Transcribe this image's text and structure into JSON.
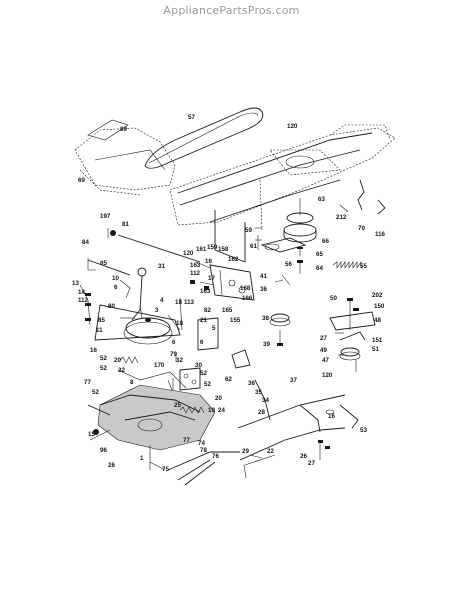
{
  "header": {
    "site": "AppliancePartsPros.com"
  },
  "parts": [
    {
      "n": "1"
    },
    {
      "n": "3"
    },
    {
      "n": "4"
    },
    {
      "n": "5"
    },
    {
      "n": "6"
    },
    {
      "n": "8"
    },
    {
      "n": "10"
    },
    {
      "n": "11"
    },
    {
      "n": "13"
    },
    {
      "n": "14"
    },
    {
      "n": "15"
    },
    {
      "n": "16"
    },
    {
      "n": "17"
    },
    {
      "n": "18"
    },
    {
      "n": "19"
    },
    {
      "n": "20"
    },
    {
      "n": "21"
    },
    {
      "n": "22"
    },
    {
      "n": "24"
    },
    {
      "n": "25"
    },
    {
      "n": "26"
    },
    {
      "n": "27"
    },
    {
      "n": "28"
    },
    {
      "n": "29"
    },
    {
      "n": "30"
    },
    {
      "n": "31"
    },
    {
      "n": "32"
    },
    {
      "n": "34"
    },
    {
      "n": "35"
    },
    {
      "n": "36"
    },
    {
      "n": "37"
    },
    {
      "n": "38"
    },
    {
      "n": "39"
    },
    {
      "n": "41"
    },
    {
      "n": "47"
    },
    {
      "n": "48"
    },
    {
      "n": "49"
    },
    {
      "n": "50"
    },
    {
      "n": "51"
    },
    {
      "n": "52"
    },
    {
      "n": "53"
    },
    {
      "n": "55"
    },
    {
      "n": "56"
    },
    {
      "n": "57"
    },
    {
      "n": "59"
    },
    {
      "n": "61"
    },
    {
      "n": "62"
    },
    {
      "n": "63"
    },
    {
      "n": "64"
    },
    {
      "n": "65"
    },
    {
      "n": "66"
    },
    {
      "n": "69"
    },
    {
      "n": "70"
    },
    {
      "n": "74"
    },
    {
      "n": "75"
    },
    {
      "n": "76"
    },
    {
      "n": "77"
    },
    {
      "n": "78"
    },
    {
      "n": "79"
    },
    {
      "n": "80"
    },
    {
      "n": "81"
    },
    {
      "n": "82"
    },
    {
      "n": "84"
    },
    {
      "n": "85"
    },
    {
      "n": "89"
    },
    {
      "n": "96"
    },
    {
      "n": "112"
    },
    {
      "n": "113"
    },
    {
      "n": "116"
    },
    {
      "n": "120"
    },
    {
      "n": "150"
    },
    {
      "n": "151"
    },
    {
      "n": "155"
    },
    {
      "n": "158"
    },
    {
      "n": "159"
    },
    {
      "n": "161"
    },
    {
      "n": "162"
    },
    {
      "n": "163"
    },
    {
      "n": "165"
    },
    {
      "n": "166"
    },
    {
      "n": "168"
    },
    {
      "n": "170"
    },
    {
      "n": "197"
    },
    {
      "n": "202"
    },
    {
      "n": "212"
    }
  ]
}
